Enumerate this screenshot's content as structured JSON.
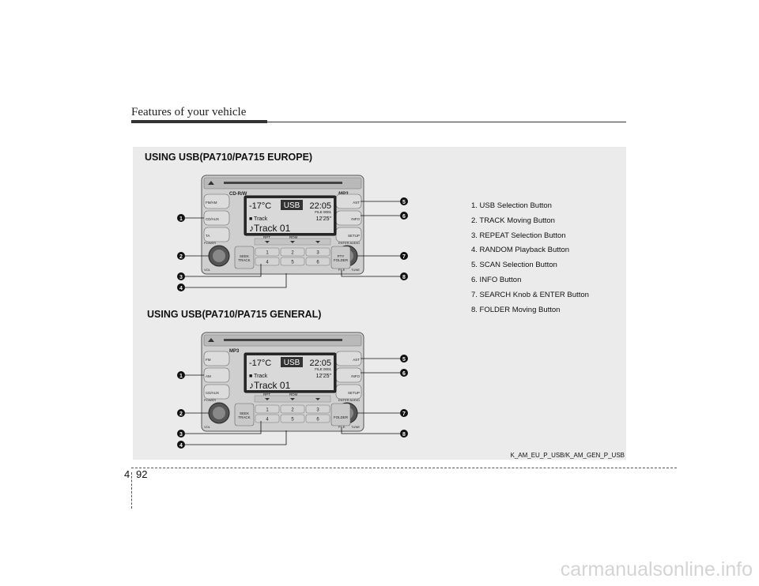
{
  "header": {
    "title": "Features of your vehicle"
  },
  "sections": [
    {
      "heading": "USING USB(PA710/PA715 EUROPE)",
      "radio": {
        "left_buttons": [
          "FM/AM",
          "CD/AUX",
          "TA"
        ],
        "right_buttons": [
          "AST",
          "INFO",
          "SETUP"
        ],
        "power_label": "POWER",
        "vol_label": "VOL",
        "seek_label": [
          "SEEK",
          "TRACK"
        ],
        "pty_label": [
          "PTY",
          "FOLDER"
        ],
        "enter_label": "ENTER",
        "audio_label": "AUDIO",
        "file_label": "FILE",
        "tune_label": "TUNE",
        "presets": [
          "1",
          "2",
          "3",
          "4",
          "5",
          "6"
        ],
        "logo_left": "CD-R/W",
        "logo_right": "MP3",
        "display": {
          "temp": "-17°C",
          "source": "USB",
          "time": "22:05",
          "file_no": "FILE 0001",
          "line2": "Track",
          "elapsed": "12'25\"",
          "track": "Track 01",
          "modes": [
            "RPT",
            "RDM"
          ]
        }
      },
      "callouts_left": [
        "1",
        "2",
        "3",
        "4"
      ],
      "callouts_right": [
        "5",
        "6",
        "7",
        "8"
      ]
    },
    {
      "heading": "USING USB(PA710/PA715 GENERAL)",
      "radio": {
        "left_buttons": [
          "FM",
          "AM",
          "CD/AUX"
        ],
        "right_buttons": [
          "AST",
          "INFO",
          "SETUP"
        ],
        "power_label": "POWER",
        "vol_label": "VOL",
        "seek_label": [
          "SEEK",
          "TRACK"
        ],
        "pty_label": [
          "",
          "FOLDER"
        ],
        "enter_label": "ENTER",
        "audio_label": "AUDIO",
        "file_label": "FILE",
        "tune_label": "TUNE",
        "presets": [
          "1",
          "2",
          "3",
          "4",
          "5",
          "6"
        ],
        "logo_left": "MP3",
        "logo_right": "",
        "display": {
          "temp": "-17°C",
          "source": "USB",
          "time": "22:05",
          "file_no": "FILE 0001",
          "line2": "Track",
          "elapsed": "12'25\"",
          "track": "Track 01",
          "modes": [
            "RPT",
            "RDM"
          ]
        }
      },
      "callouts_left": [
        "1",
        "2",
        "3",
        "4"
      ],
      "callouts_right": [
        "5",
        "6",
        "7",
        "8"
      ]
    }
  ],
  "legend": [
    "1. USB Selection Button",
    "2. TRACK Moving Button",
    "3. REPEAT Selection Button",
    "4. RANDOM Playback Button",
    "5. SCAN Selection Button",
    "6. INFO Button",
    "7. SEARCH Knob & ENTER Button",
    "8. FOLDER Moving Button"
  ],
  "caption": "K_AM_EU_P_USB/K_AM_GEN_P_USB",
  "footer": {
    "chapter": "4",
    "page": "92"
  },
  "watermark": "carmanualsonline.info",
  "colors": {
    "callout": "#111111",
    "display_bg": "#2a2a2a",
    "panel": "#ebebeb"
  }
}
